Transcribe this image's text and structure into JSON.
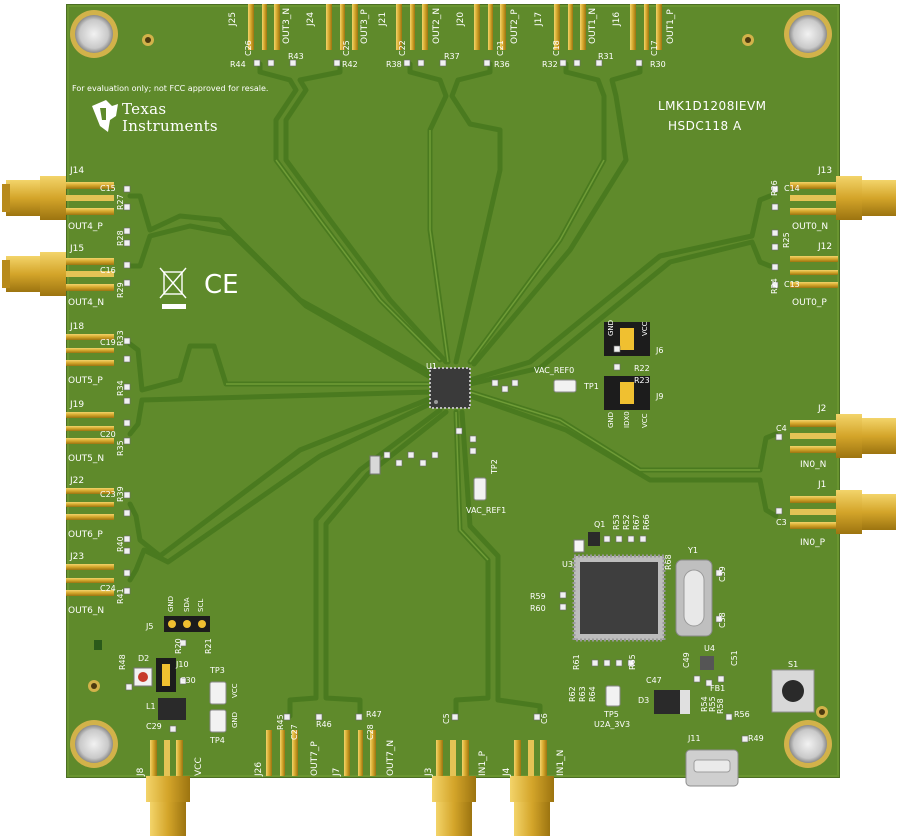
{
  "board": {
    "name": "LMK1D1208IEVM",
    "revision": "HSDC118  A",
    "disclaimer": "For evaluation only; not FCC approved for resale.",
    "manufacturer_line1": "Texas",
    "manufacturer_line2": "Instruments",
    "ce_mark": "CE",
    "colors": {
      "board": "#5f8a2b",
      "trace": "#3f6a1c",
      "gold": "#d4a52a",
      "chip": "#3a3a3a",
      "silk": "#ffffff"
    }
  },
  "connectors": {
    "j14": "J14",
    "j15": "J15",
    "j18": "J18",
    "j19": "J19",
    "j22": "J22",
    "j23": "J23",
    "j13": "J13",
    "j12": "J12",
    "j2": "J2",
    "j1": "J1",
    "j25": "J25",
    "j24": "J24",
    "j21": "J21",
    "j20": "J20",
    "j17": "J17",
    "j16": "J16",
    "j26": "J26",
    "j7": "J7",
    "j3": "J3",
    "j4": "J4",
    "j8": "J8",
    "j11": "J11",
    "j5": "J5",
    "j6": "J6",
    "j9": "J9",
    "j10": "J10"
  },
  "nets": {
    "out4_p": "OUT4_P",
    "out4_n": "OUT4_N",
    "out5_p": "OUT5_P",
    "out5_n": "OUT5_N",
    "out6_p": "OUT6_P",
    "out6_n": "OUT6_N",
    "out0_n": "OUT0_N",
    "out0_p": "OUT0_P",
    "in0_n": "IN0_N",
    "in0_p": "IN0_P",
    "out3_n": "OUT3_N",
    "out3_p": "OUT3_P",
    "out2_n": "OUT2_N",
    "out2_p": "OUT2_P",
    "out1_n": "OUT1_N",
    "out1_p": "OUT1_P",
    "out7_p": "OUT7_P",
    "out7_n": "OUT7_N",
    "in1_p": "IN1_P",
    "in1_n": "IN1_N",
    "vcc": "VCC",
    "vac_ref0": "VAC_REF0",
    "vac_ref1": "VAC_REF1",
    "u2a_3v3": "U2A_3V3",
    "gnd": "GND",
    "idx0": "IDX0",
    "sda": "SDA",
    "scl": "SCL"
  },
  "refdes": {
    "u1": "U1",
    "u3": "U3",
    "u4": "U4",
    "y1": "Y1",
    "s1": "S1",
    "d2": "D2",
    "d3": "D3",
    "l1": "L1",
    "q1": "Q1",
    "fb1": "FB1",
    "tp1": "TP1",
    "tp2": "TP2",
    "tp3": "TP3",
    "tp4": "TP4",
    "tp5": "TP5",
    "c15": "C15",
    "c16": "C16",
    "c19": "C19",
    "c20": "C20",
    "c23": "C23",
    "c24": "C24",
    "c14": "C14",
    "c13": "C13",
    "c4": "C4",
    "c3": "C3",
    "c26": "C26",
    "c25": "C25",
    "c22": "C22",
    "c21": "C21",
    "c18": "C18",
    "c17": "C17",
    "c27": "C27",
    "c28": "C28",
    "c5": "C5",
    "c6": "C6",
    "c29": "C29",
    "c30": "C30",
    "c38": "C38",
    "c39": "C39",
    "c47": "C47",
    "c49": "C49",
    "c51": "C51",
    "r27": "R27",
    "r28": "R28",
    "r29": "R29",
    "r33": "R33",
    "r34": "R34",
    "r35": "R35",
    "r39": "R39",
    "r40": "R40",
    "r41": "R41",
    "r26": "R26",
    "r25": "R25",
    "r24": "R24",
    "r44": "R44",
    "r43": "R43",
    "r42": "R42",
    "r38": "R38",
    "r37": "R37",
    "r36": "R36",
    "r32": "R32",
    "r31": "R31",
    "r30": "R30",
    "r45": "R45",
    "r46": "R46",
    "r47": "R47",
    "r22": "R22",
    "r23": "R23",
    "r48": "R48",
    "r20": "R20",
    "r21": "R21",
    "r49": "R49",
    "r56": "R56",
    "r59": "R59",
    "r60": "R60",
    "r61": "R61",
    "r62": "R62",
    "r63": "R63",
    "r64": "R64",
    "r65": "R65",
    "r53": "R53",
    "r52": "R52",
    "r67": "R67",
    "r66": "R66",
    "r68": "R68",
    "r54": "R54",
    "r55": "R55",
    "r58": "R58"
  }
}
